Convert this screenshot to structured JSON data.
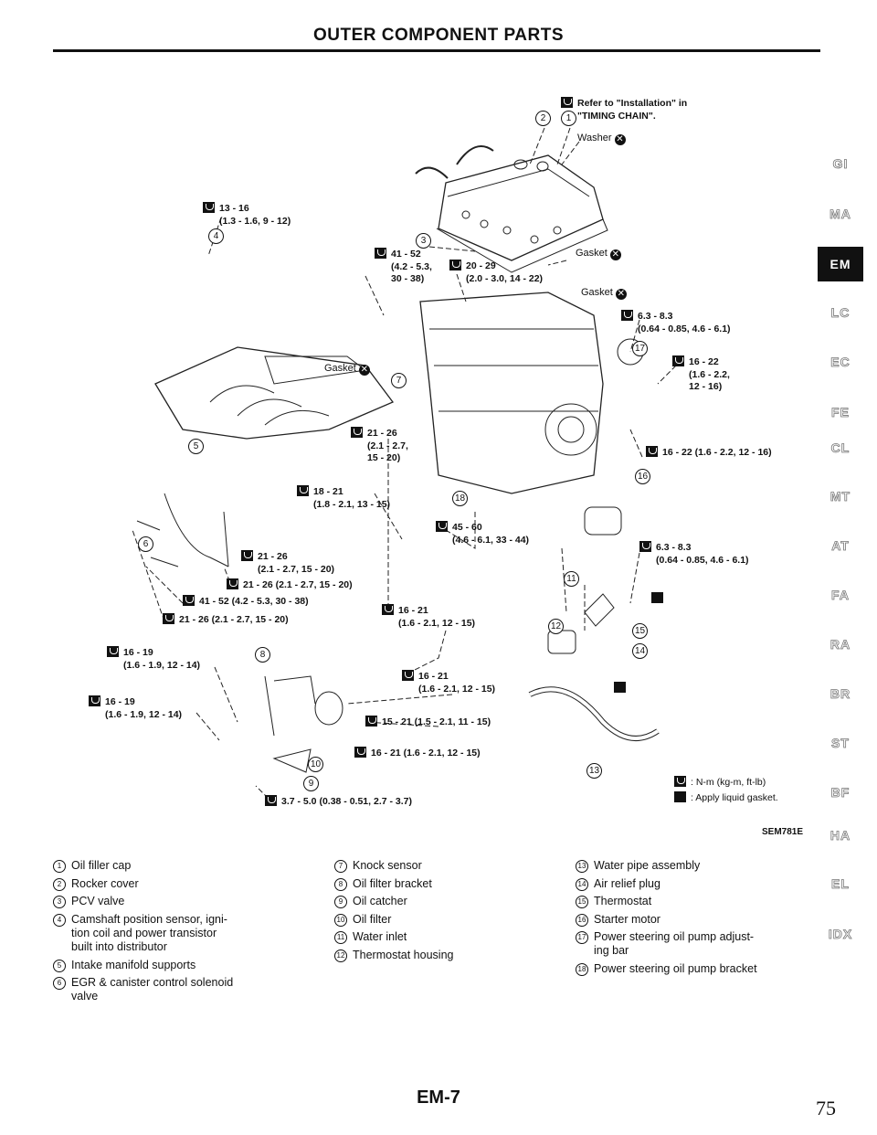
{
  "page": {
    "title": "OUTER COMPONENT PARTS",
    "page_id": "EM-7",
    "page_number": "75",
    "figure_code": "SEM781E"
  },
  "side_tabs": [
    "GI",
    "MA",
    "EM",
    "LC",
    "EC",
    "FE",
    "CL",
    "MT",
    "AT",
    "FA",
    "RA",
    "BR",
    "ST",
    "BF",
    "HA",
    "EL",
    "IDX"
  ],
  "notes": {
    "timing_1": "Refer to \"Installation\" in",
    "timing_2": "\"TIMING CHAIN\".",
    "washer": "Washer",
    "gasket": "Gasket"
  },
  "torques": [
    {
      "a": "13 - 16",
      "b": "(1.3 - 1.6, 9 - 12)"
    },
    {
      "a": "41 - 52",
      "b": "(4.2 - 5.3,",
      "c": "30 - 38)"
    },
    {
      "a": "20 - 29",
      "b": "(2.0 - 3.0, 14 - 22)"
    },
    {
      "a": "6.3 - 8.3",
      "b": "(0.64 - 0.85, 4.6 - 6.1)"
    },
    {
      "a": "16 - 22",
      "b": "(1.6 - 2.2,",
      "c": "12 - 16)"
    },
    {
      "a": "21 - 26",
      "b": "(2.1 - 2.7,",
      "c": "15 - 20)"
    },
    {
      "a": "16 - 22 (1.6 - 2.2, 12 - 16)"
    },
    {
      "a": "18 - 21",
      "b": "(1.8 - 2.1, 13 - 15)"
    },
    {
      "a": "45 - 60",
      "b": "(4.6 - 6.1, 33 - 44)"
    },
    {
      "a": "21 - 26",
      "b": "(2.1 - 2.7, 15 - 20)"
    },
    {
      "a": "6.3 - 8.3",
      "b": "(0.64 - 0.85, 4.6 - 6.1)"
    },
    {
      "a": "21 - 26 (2.1 - 2.7, 15 - 20)"
    },
    {
      "a": "41 - 52 (4.2 - 5.3, 30 - 38)"
    },
    {
      "a": "16 - 21",
      "b": "(1.6 - 2.1, 12 - 15)"
    },
    {
      "a": "21 - 26 (2.1 - 2.7, 15 - 20)"
    },
    {
      "a": "16 - 19",
      "b": "(1.6 - 1.9, 12 - 14)"
    },
    {
      "a": "16 - 21",
      "b": "(1.6 - 2.1, 12 - 15)"
    },
    {
      "a": "16 - 19",
      "b": "(1.6 - 1.9, 12 - 14)"
    },
    {
      "a": "15 - 21 (1.5 - 2.1, 11 - 15)"
    },
    {
      "a": "16 - 21 (1.6 - 2.1, 12 - 15)"
    },
    {
      "a": "3.7 - 5.0 (0.38 - 0.51, 2.7 - 3.7)"
    }
  ],
  "legend": {
    "torque": ": N-m (kg-m, ft-lb)",
    "liquid_gasket": ": Apply liquid gasket."
  },
  "callouts": [
    "1",
    "2",
    "3",
    "4",
    "5",
    "6",
    "7",
    "8",
    "9",
    "10",
    "11",
    "12",
    "13",
    "14",
    "15",
    "16",
    "17",
    "18"
  ],
  "parts": [
    {
      "n": "1",
      "label": "Oil filler cap"
    },
    {
      "n": "2",
      "label": "Rocker cover"
    },
    {
      "n": "3",
      "label": "PCV valve"
    },
    {
      "n": "4",
      "label": "Camshaft position sensor, igni-\ntion coil and power transistor\nbuilt into distributor"
    },
    {
      "n": "5",
      "label": "Intake manifold supports"
    },
    {
      "n": "6",
      "label": "EGR & canister control solenoid\nvalve"
    },
    {
      "n": "7",
      "label": "Knock sensor"
    },
    {
      "n": "8",
      "label": "Oil filter bracket"
    },
    {
      "n": "9",
      "label": "Oil catcher"
    },
    {
      "n": "10",
      "label": "Oil filter"
    },
    {
      "n": "11",
      "label": "Water inlet"
    },
    {
      "n": "12",
      "label": "Thermostat housing"
    },
    {
      "n": "13",
      "label": "Water pipe assembly"
    },
    {
      "n": "14",
      "label": "Air relief plug"
    },
    {
      "n": "15",
      "label": "Thermostat"
    },
    {
      "n": "16",
      "label": "Starter motor"
    },
    {
      "n": "17",
      "label": "Power steering oil pump adjust-\ning bar"
    },
    {
      "n": "18",
      "label": "Power steering oil pump bracket"
    }
  ]
}
